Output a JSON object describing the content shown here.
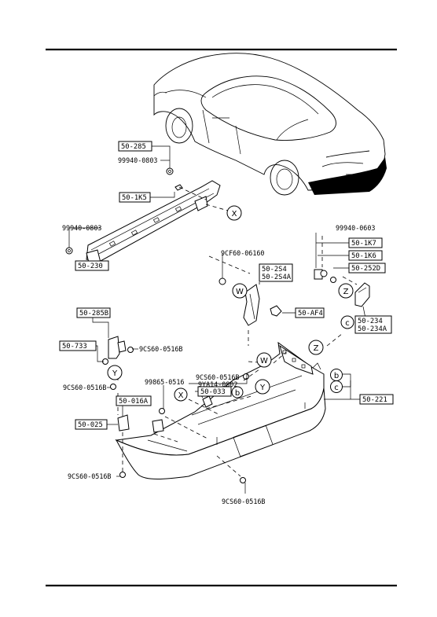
{
  "labels": {
    "l_50285_top": "50-285",
    "l_99940_0803_a": "99940-0803",
    "l_501k5": "50-1K5",
    "l_99940_0803_b": "99940-0803",
    "l_50230": "50-230",
    "l_9cf60": "9CF60-06160",
    "l_502s4": "50-2S4",
    "l_502s4a": "50-2S4A",
    "l_50af4": "50-AF4",
    "l_99940_0603": "99940-0603",
    "l_501k7": "50-1K7",
    "l_501k6": "50-1K6",
    "l_50252d": "50-252D",
    "l_50234": "50-234",
    "l_50234a": "50-234A",
    "l_50285b": "50-285B",
    "l_50733": "50-733",
    "l_9cs60_516b_a": "9CS60-0516B",
    "l_9cs60_516b_b": "9CS60-0516B",
    "l_99865": "99865-0516",
    "l_9cs60_516b_c": "9CS60-0516B",
    "l_9ya14": "9YA14-0802",
    "l_50033": "50-033",
    "l_50016a": "50-016A",
    "l_50025": "50-025",
    "l_50221": "50-221",
    "l_9cs60_516b_d": "9CS60-0516B",
    "l_9cs60_516b_e": "9CS60-0516B"
  },
  "markers": {
    "x": "X",
    "w": "W",
    "z": "Z",
    "c": "c",
    "y": "Y",
    "b": "b"
  }
}
